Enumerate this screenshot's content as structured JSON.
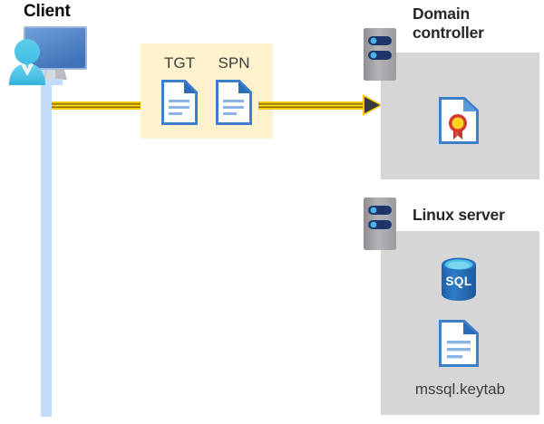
{
  "diagram": {
    "title_client": "Client",
    "title_domain_controller": "Domain controller",
    "title_linux_server": "Linux server",
    "keytab_filename": "mssql.keytab",
    "messages": [
      {
        "id": "tgt",
        "label": "TGT",
        "icon": "document-icon"
      },
      {
        "id": "spn",
        "label": "SPN",
        "icon": "document-icon"
      }
    ],
    "domain_controller": {
      "icons": [
        {
          "id": "certificate",
          "name": "certificate-icon"
        }
      ]
    },
    "linux_server": {
      "icons": [
        {
          "id": "sql-database",
          "name": "sql-database-icon",
          "label": "SQL"
        },
        {
          "id": "keytab-file",
          "name": "document-icon"
        }
      ]
    },
    "flow": {
      "direction": "client-to-domain-controller",
      "arrow_label": ""
    },
    "colors": {
      "message_box_fill": "#fdf2cc",
      "arrow_gold": "#f5c90b",
      "arrow_gold_dark": "#8a6d00",
      "arrow_head": "#3a3a3c",
      "panel_gray": "#d6d6d6",
      "lifeline_blue": "#c3dcfb",
      "server_gray": "#a9a9ad",
      "doc_blue": "#3e7fcd",
      "doc_fold_blue": "#2b6cb8",
      "sql_blue": "#2a6fbb",
      "sql_top_blue": "#4fc3e8",
      "cert_yellow": "#ffd21f",
      "cert_red": "#d33a2e",
      "text_dark": "#272727",
      "text_body": "#3d3d3d",
      "monitor_blue": "#5b8fd1",
      "person_cyan": "#4ec6e8"
    }
  }
}
